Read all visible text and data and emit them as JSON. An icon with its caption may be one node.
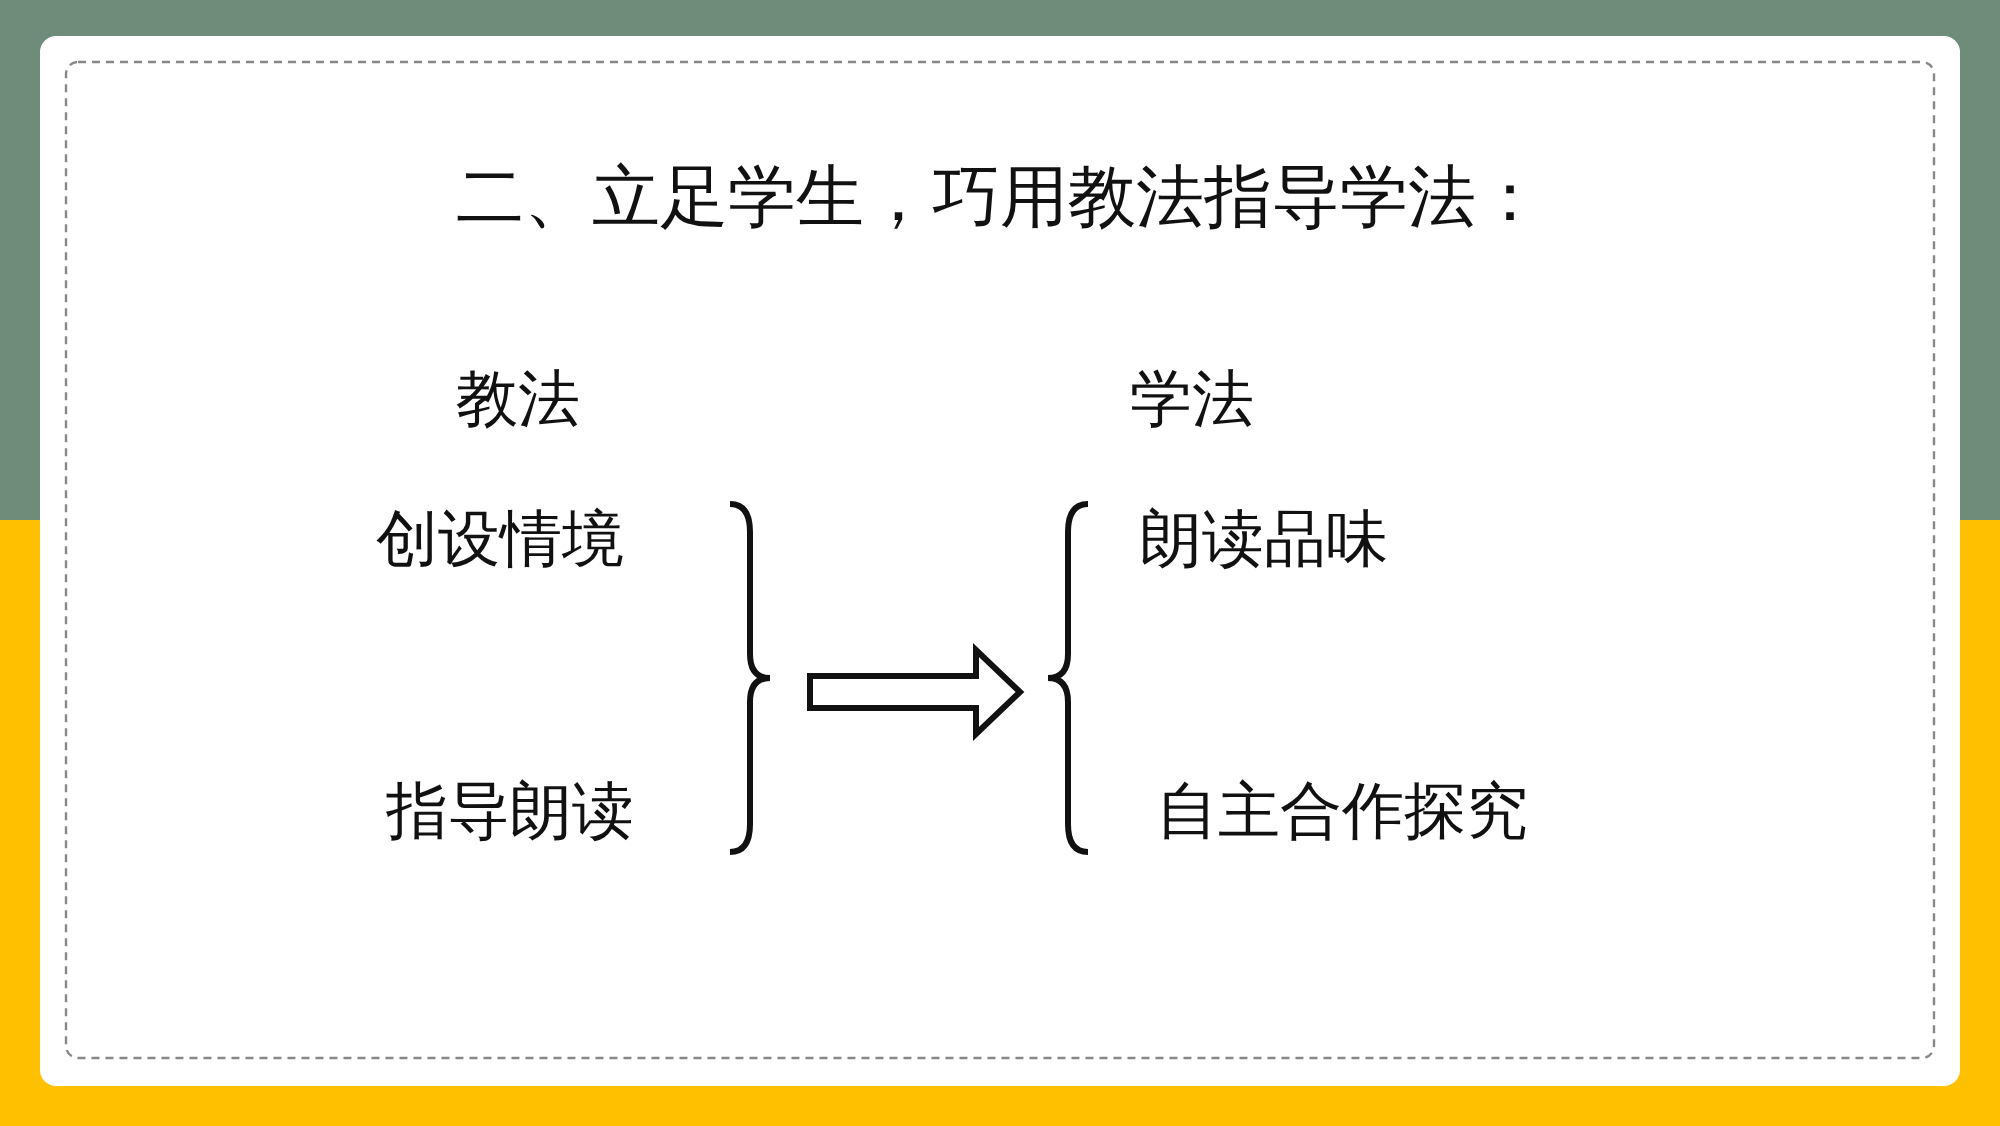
{
  "diagram": {
    "title": "二、立足学生，巧用教法指导学法：",
    "nodes": [
      {
        "text": [
          "教法",
          "创设情境",
          "指导朗读"
        ]
      },
      {
        "text": [
          "学法",
          "朗读品味",
          "自主合作探究"
        ]
      }
    ],
    "edges": [
      {
        "from": 0,
        "to": 1,
        "arrow": "to"
      }
    ]
  }
}
